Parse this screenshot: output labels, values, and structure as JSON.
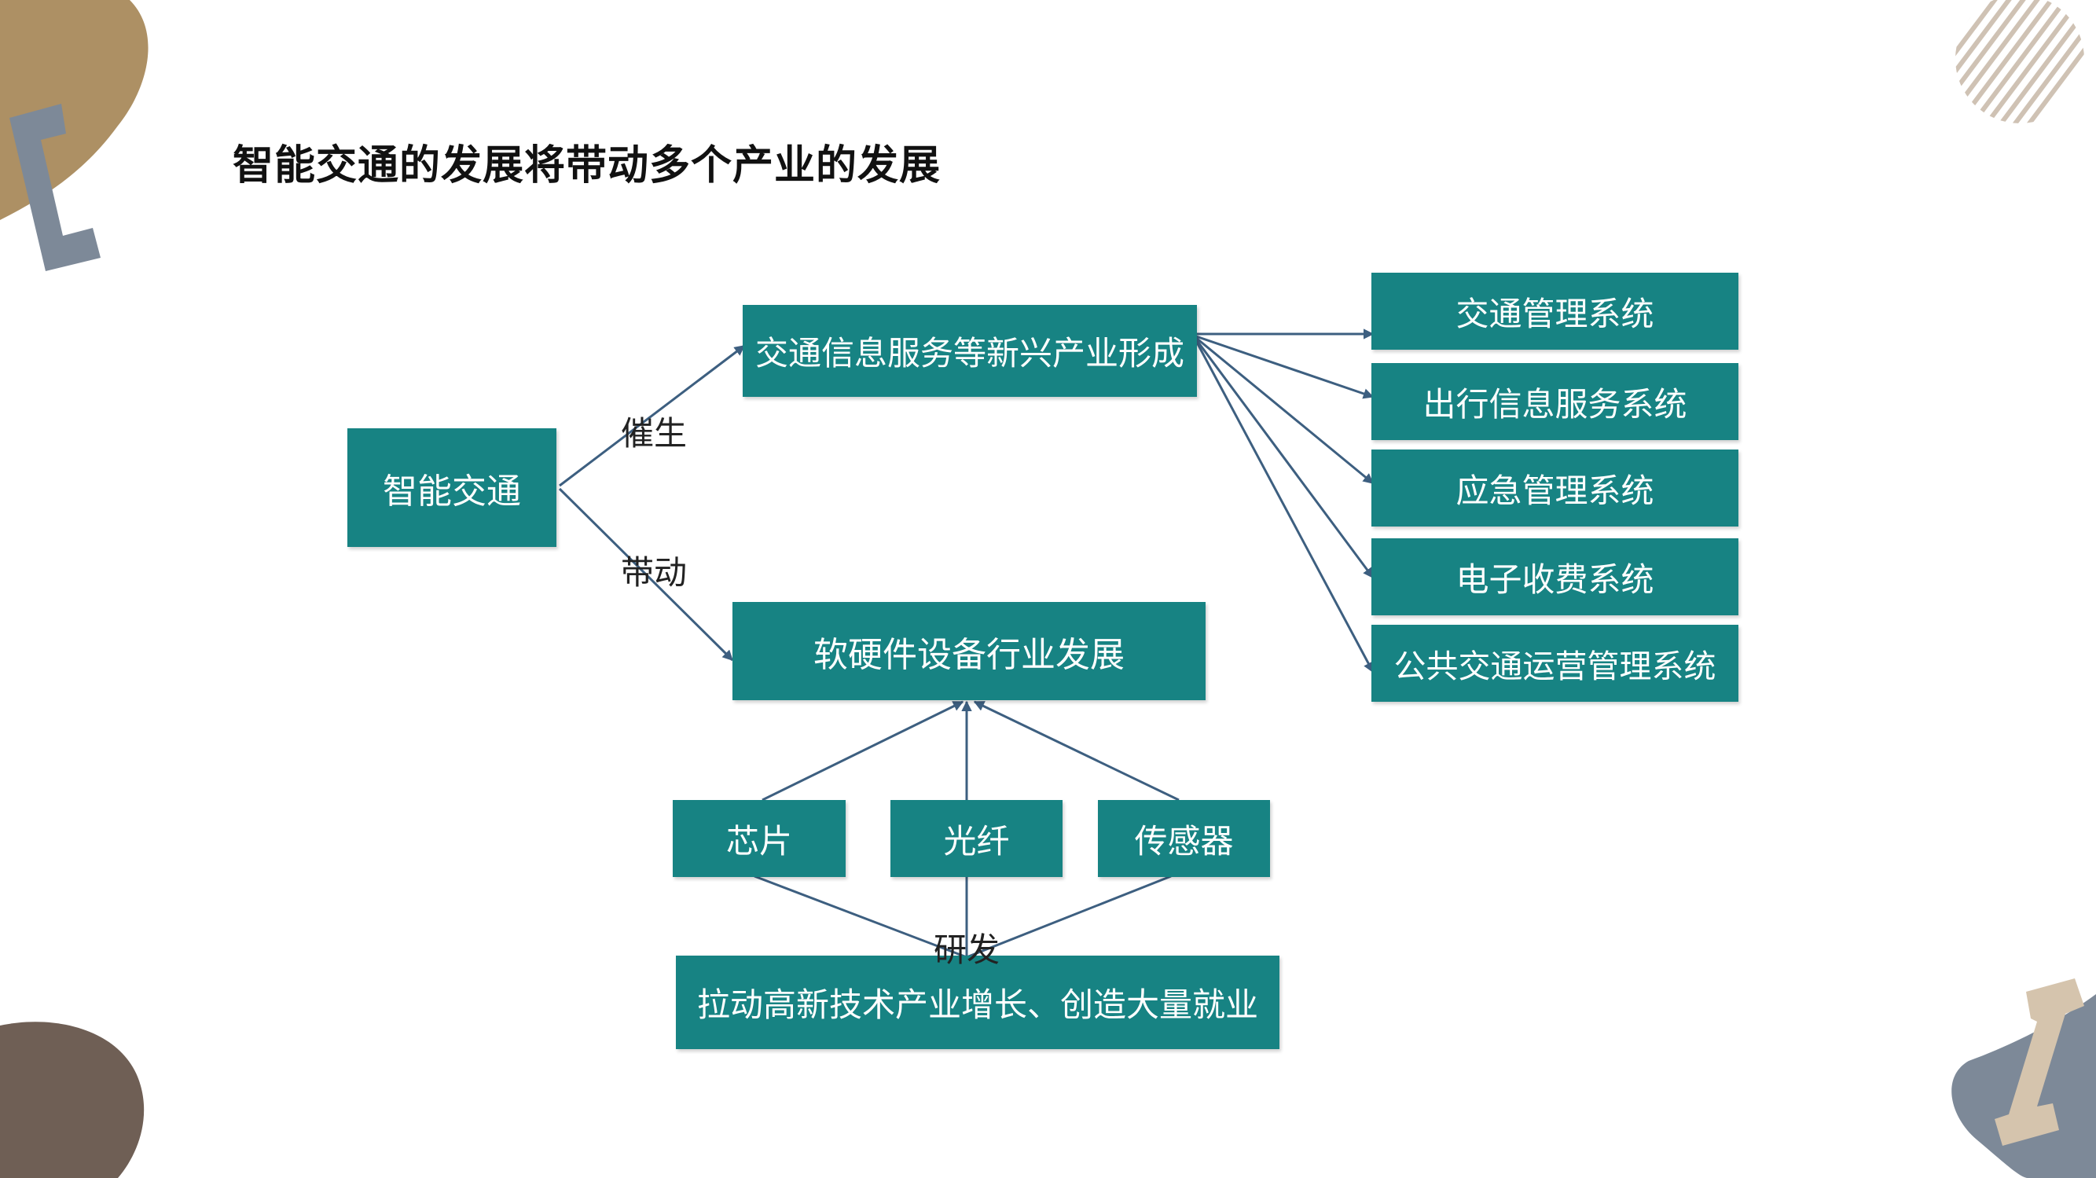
{
  "slide": {
    "title": "智能交通的发展将带动多个产业的发展"
  },
  "diagram": {
    "root": "智能交通",
    "emerging_industry": "交通信息服务等新兴产业形成",
    "equipment_industry": "软硬件设备行业发展",
    "edge_labels": {
      "spawn": "催生",
      "drive": "带动",
      "research": "研发"
    },
    "systems": [
      "交通管理系统",
      "出行信息服务系统",
      "应急管理系统",
      "电子收费系统",
      "公共交通运营管理系统"
    ],
    "components": [
      "芯片",
      "光纤",
      "传感器"
    ],
    "outcome": "拉动高新技术产业增长、创造大量就业"
  },
  "colors": {
    "box_fill": "#178383",
    "box_text": "#ffffff",
    "arrow": "#3d5f80",
    "deco_tan": "#ad9064",
    "deco_slate": "#7d8998",
    "deco_brown": "#6f5f55",
    "deco_beige": "#d5c4ad"
  }
}
